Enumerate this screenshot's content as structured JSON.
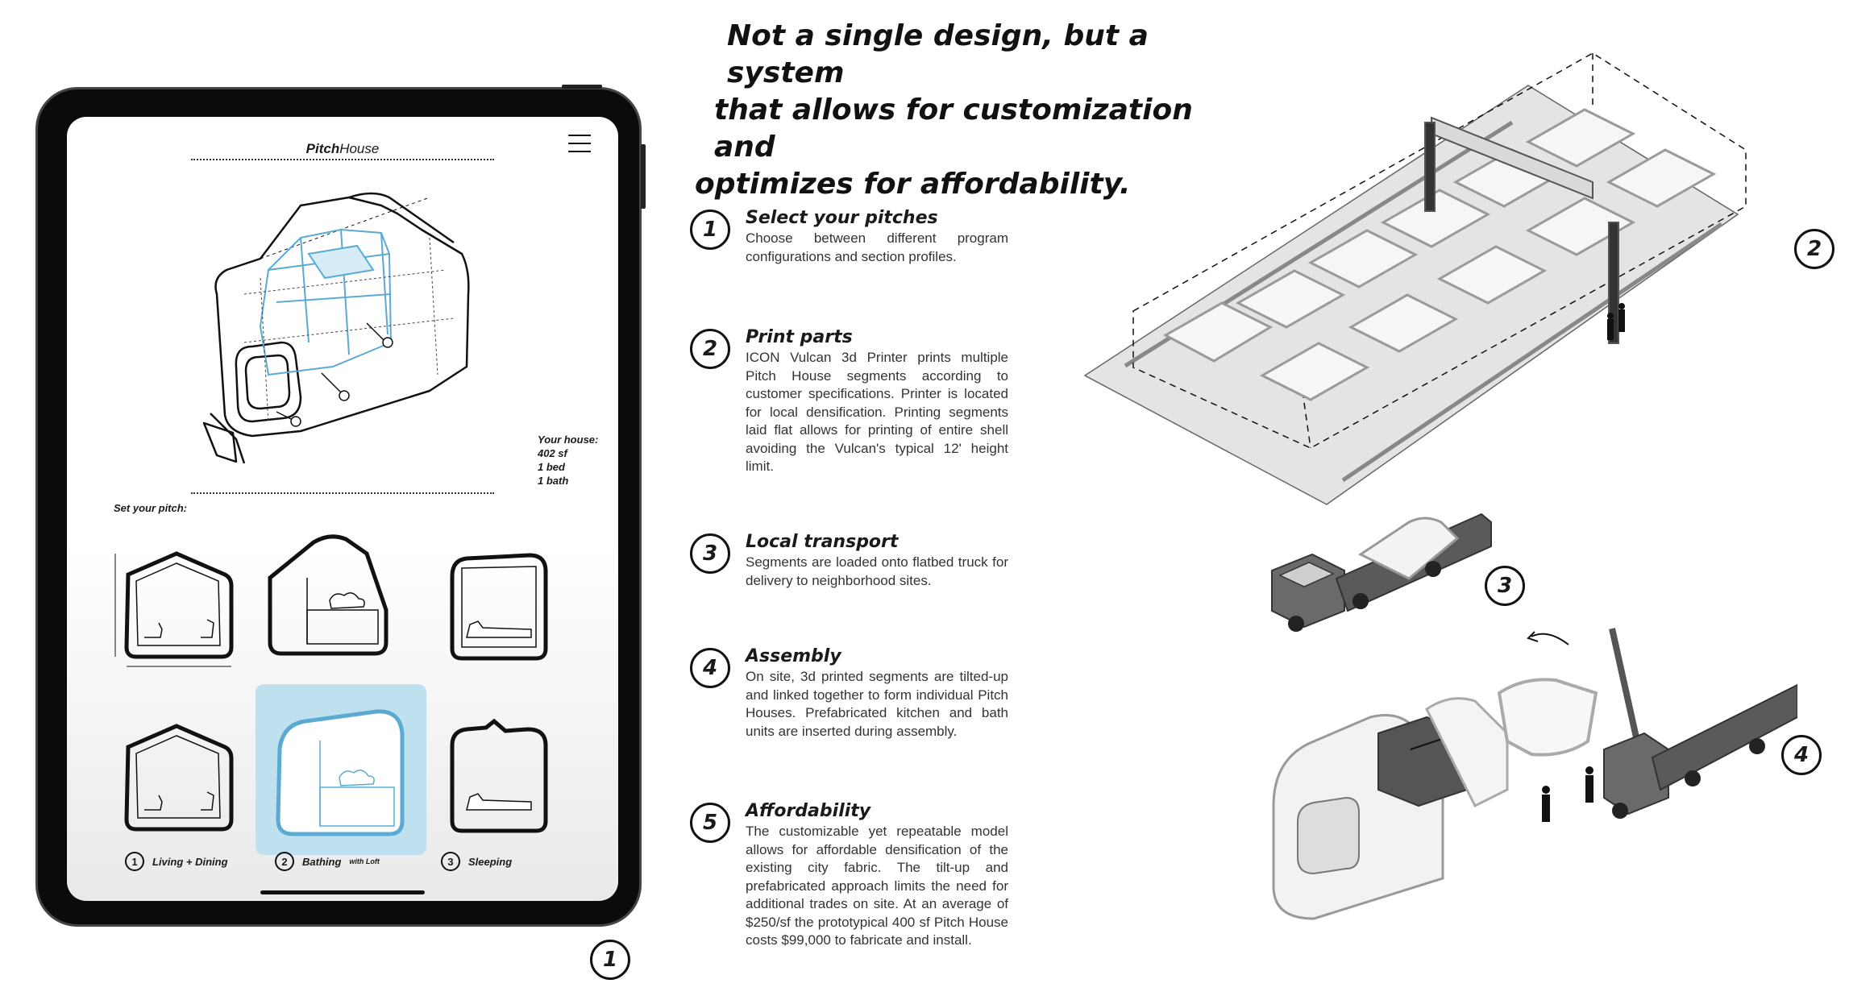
{
  "headline": {
    "line1": "Not a single design, but a system",
    "line2": "that allows for customization and",
    "line3": "optimizes for affordability."
  },
  "tablet": {
    "app_title_bold": "Pitch",
    "app_title_rest": "House",
    "house_info": {
      "label": "Your house:",
      "area": "402 sf",
      "beds": "1 bed",
      "baths": "1 bath"
    },
    "set_pitch_label": "Set your pitch:",
    "pitch_options": [
      {
        "number": "1",
        "label": "Living + Dining",
        "sub": ""
      },
      {
        "number": "2",
        "label": "Bathing",
        "sub": "with Loft"
      },
      {
        "number": "3",
        "label": "Sleeping",
        "sub": ""
      }
    ],
    "selected_option": "2"
  },
  "steps": [
    {
      "number": "1",
      "title": "Select your pitches",
      "body": "Choose between different program configurations and section profiles."
    },
    {
      "number": "2",
      "title": "Print parts",
      "body": "ICON Vulcan 3d Printer prints multiple Pitch House segments according to customer specifications. Printer is located for local densification. Printing segments laid flat allows for printing of entire shell avoiding the Vulcan's typical 12' height limit."
    },
    {
      "number": "3",
      "title": "Local transport",
      "body": "Segments are loaded onto flatbed truck for delivery to neighborhood sites."
    },
    {
      "number": "4",
      "title": "Assembly",
      "body": "On site, 3d printed segments are tilted-up and linked together to form individual Pitch Houses. Prefabricated kitchen and bath units are inserted during assembly."
    },
    {
      "number": "5",
      "title": "Affordability",
      "body": "The customizable yet repeatable model allows for affordable densification of the existing city fabric. The tilt-up and prefabricated approach limits the need for additional trades on site. At an average of $250/sf the prototypical 400 sf Pitch House costs $99,000 to fabricate and install."
    }
  ],
  "illustration_labels": {
    "tablet": "1",
    "print_bed": "2",
    "truck": "3",
    "assembly": "4"
  },
  "colors": {
    "accent_blue": "#5aaad4",
    "selected_fill": "#bfe0ef",
    "line": "#111111"
  }
}
